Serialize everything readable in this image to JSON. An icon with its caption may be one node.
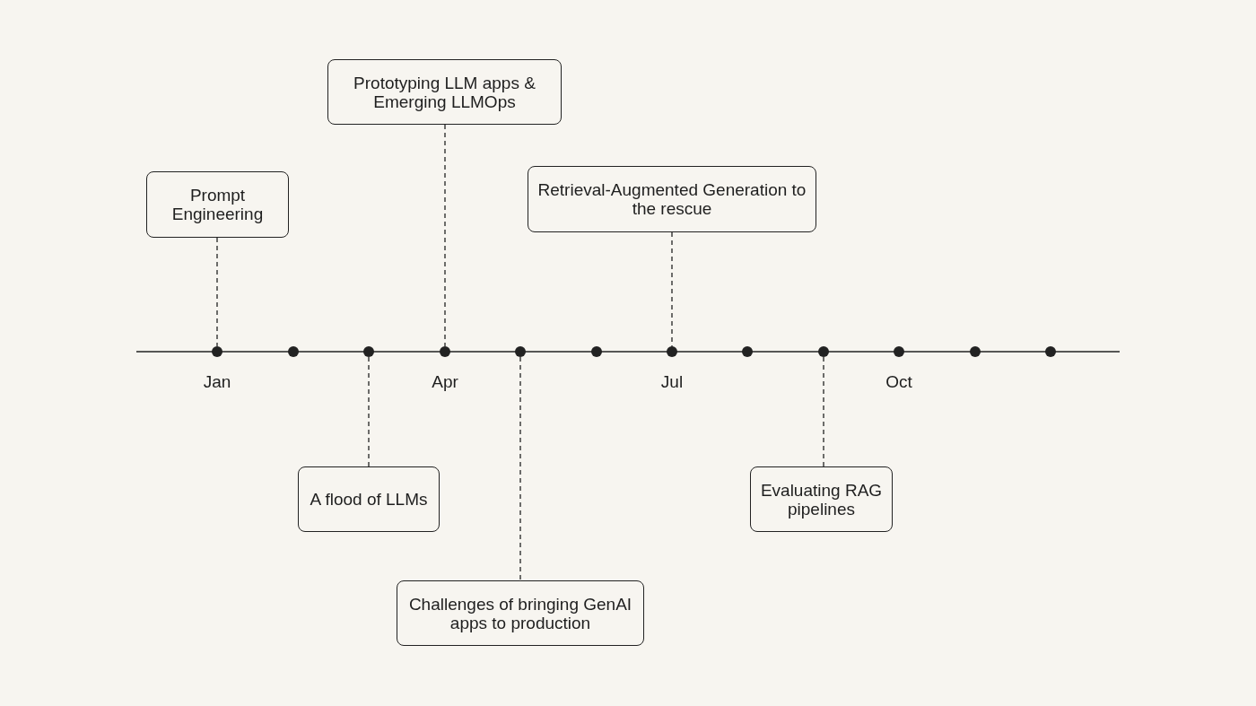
{
  "diagram": {
    "nodes": [
      {
        "text": [
          "Prototyping LLM apps & Emerging LLMOps"
        ]
      },
      {
        "text": [
          "Prompt Engineering"
        ]
      },
      {
        "text": [
          "Retrieval-Augmented Generation to the rescue"
        ]
      },
      {
        "text": [
          "A flood of LLMs"
        ]
      },
      {
        "text": [
          "Evaluating RAG pipelines"
        ]
      },
      {
        "text": [
          "Challenges of bringing GenAI apps to production"
        ]
      },
      {
        "text": [],
        "shape": "circle",
        "beside": [
          "Jan"
        ]
      },
      {
        "text": [],
        "shape": "circle"
      },
      {
        "text": [],
        "shape": "circle"
      },
      {
        "text": [],
        "shape": "circle",
        "beside": [
          "Apr"
        ]
      },
      {
        "text": [],
        "shape": "circle"
      },
      {
        "text": [],
        "shape": "circle"
      },
      {
        "text": [],
        "shape": "circle",
        "beside": [
          "Jul"
        ]
      },
      {
        "text": [],
        "shape": "circle"
      },
      {
        "text": [],
        "shape": "circle"
      },
      {
        "text": [],
        "shape": "circle",
        "beside": [
          "Oct"
        ]
      },
      {
        "text": [],
        "shape": "circle"
      },
      {
        "text": [],
        "shape": "circle"
      }
    ],
    "edges": [
      {
        "from": 1,
        "to": 6,
        "arrow": "none",
        "style": "dashed"
      },
      {
        "from": 0,
        "to": 9,
        "arrow": "none",
        "style": "dashed"
      },
      {
        "from": 2,
        "to": 12,
        "arrow": "none",
        "style": "dashed"
      },
      {
        "from": 8,
        "to": 3,
        "arrow": "none",
        "style": "dashed"
      },
      {
        "from": 10,
        "to": 5,
        "arrow": "none",
        "style": "dashed"
      },
      {
        "from": 14,
        "to": 4,
        "arrow": "none",
        "style": "dashed"
      }
    ]
  }
}
